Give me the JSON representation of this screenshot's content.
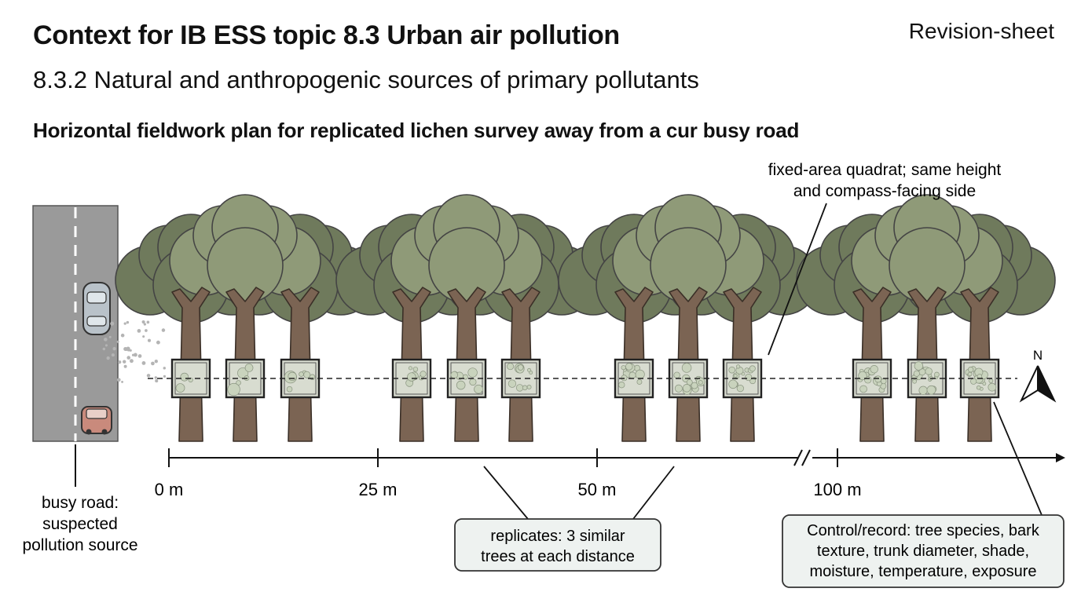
{
  "header": {
    "title": "Context for IB ESS topic 8.3 Urban air pollution",
    "tag": "Revision-sheet",
    "subtitle": "8.3.2 Natural and anthropogenic sources of primary pollutants",
    "section_title": "Horizontal fieldwork plan for replicated lichen survey away from a cur busy road"
  },
  "diagram": {
    "north_label": "N",
    "quadrat_note": [
      "fixed-area quadrat; same height",
      "and compass-facing side"
    ],
    "road_note": [
      "busy road:",
      "suspected",
      "pollution source"
    ],
    "distances": [
      "0 m",
      "25 m",
      "50 m",
      "100 m"
    ],
    "replicates_note": [
      "replicates: 3 similar",
      "trees at each distance"
    ],
    "control_note": [
      "Control/record: tree species, bark",
      "texture, trunk diameter, shade,",
      "moisture, temperature, exposure"
    ],
    "colors": {
      "road": "#9a9a9a",
      "trunk": "#7b6453",
      "foliage_light": "#8f9a78",
      "foliage_dark": "#6f7a5c",
      "lichen": "#c9d3bd",
      "car_top": "#b9c2c9",
      "car_bottom": "#c98a7c"
    }
  }
}
